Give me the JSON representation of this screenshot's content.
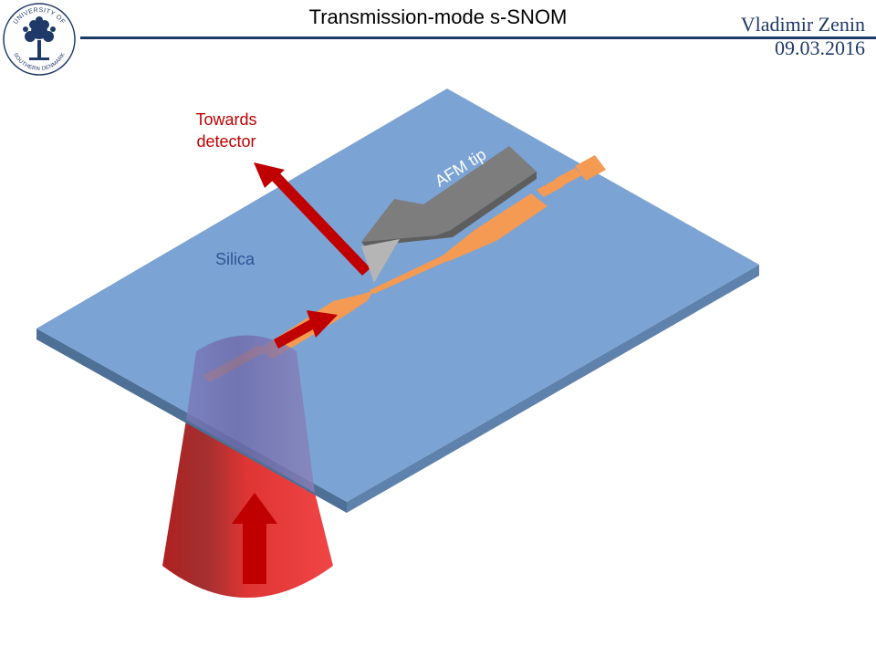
{
  "header": {
    "title": "Transmission-mode s-SNOM",
    "author": "Vladimir Zenin",
    "date": "09.03.2016",
    "logo_text": "UNIVERSITY OF SOUTHERN DENMARK"
  },
  "diagram": {
    "substrate_label": "Silica",
    "tip_label": "AFM tip",
    "detector_label_line1": "Towards",
    "detector_label_line2": "detector",
    "colors": {
      "substrate": "#7ba3d4",
      "substrate_edge": "#4e6f96",
      "gold_structure": "#f49a52",
      "beam": "#d92b2b",
      "arrow": "#c00000",
      "tip": "#8a8a8a",
      "header": "#1f3a68",
      "detector_text": "#c00000",
      "silica_text": "#2f5597"
    }
  }
}
